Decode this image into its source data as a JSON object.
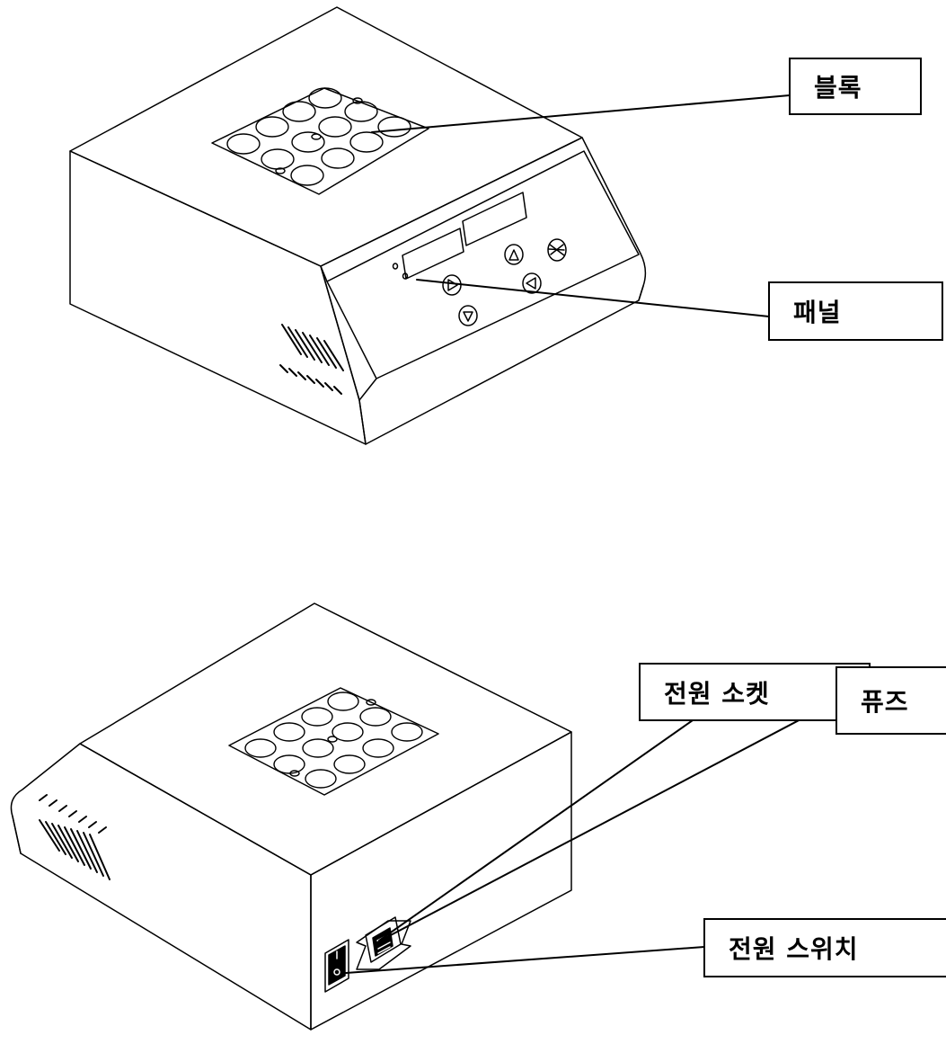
{
  "labels": {
    "block": "블록",
    "panel": "패널",
    "power_socket": "전원 소켓",
    "fuse": "퓨즈",
    "power_switch": "전원 스위치"
  }
}
